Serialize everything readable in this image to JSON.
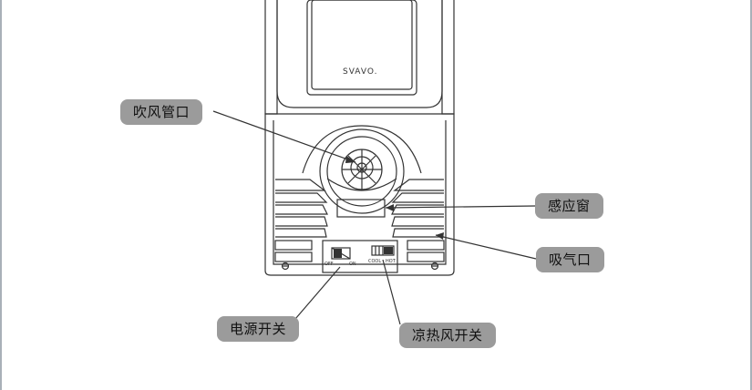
{
  "diagram": {
    "brand_mark": "SVAVO.",
    "power_switch_marks": [
      "OFF",
      "ON"
    ],
    "fan_switch_marks": [
      "COOL",
      "HOT"
    ],
    "callouts": {
      "blower_outlet": "吹风管口",
      "sensor_window": "感应窗",
      "air_intake": "吸气口",
      "power_switch": "电源开关",
      "cool_hot_switch": "凉热风开关"
    },
    "colors": {
      "line": "#333333",
      "callout_bg": "#9b9b9b",
      "frame": "#a9b0b8"
    }
  }
}
